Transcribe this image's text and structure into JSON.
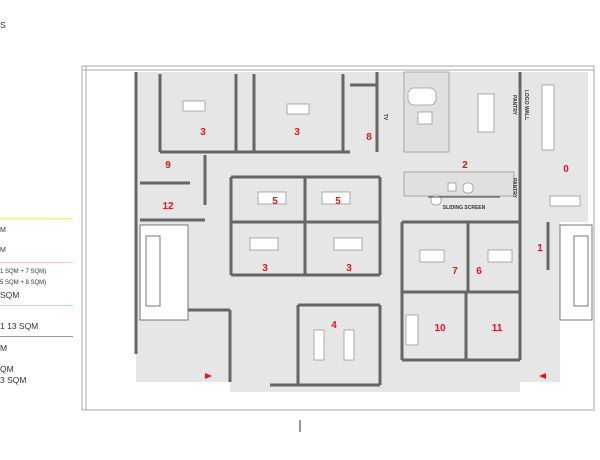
{
  "legend": {
    "header_fragment": "S",
    "lines": [
      "M",
      "M",
      "1 SQM + 7 SQM)",
      "5 SQM + 8 SQM)",
      "SQM",
      "1  13 SQM",
      "M",
      "QM",
      "3 SQM"
    ],
    "colors": {
      "yellow": "#f5e98a",
      "pink": "#f6c3dc",
      "cyan": "#a9dcf1",
      "gray": "#9a9a9a"
    }
  },
  "plan": {
    "rooms": [
      {
        "id": "3a",
        "label": "3"
      },
      {
        "id": "3b",
        "label": "3"
      },
      {
        "id": "8",
        "label": "8"
      },
      {
        "id": "9",
        "label": "9"
      },
      {
        "id": "2",
        "label": "2"
      },
      {
        "id": "0",
        "label": "0"
      },
      {
        "id": "12",
        "label": "12"
      },
      {
        "id": "5a",
        "label": "5"
      },
      {
        "id": "5b",
        "label": "5"
      },
      {
        "id": "1",
        "label": "1"
      },
      {
        "id": "3c",
        "label": "3"
      },
      {
        "id": "3d",
        "label": "3"
      },
      {
        "id": "7",
        "label": "7"
      },
      {
        "id": "6",
        "label": "6"
      },
      {
        "id": "4",
        "label": "4"
      },
      {
        "id": "10",
        "label": "10"
      },
      {
        "id": "11",
        "label": "11"
      }
    ],
    "annotations": {
      "tv": "TV",
      "pantry_top": "PANTRY",
      "logo_wall": "LOGO WALL",
      "pantry_bottom": "PANTRY",
      "sliding_screen": "SLIDING SCREEN"
    },
    "room_label_color": "#e8141b",
    "floor_color": "#e6e6e6",
    "wall_color": "#6b6b6b"
  }
}
